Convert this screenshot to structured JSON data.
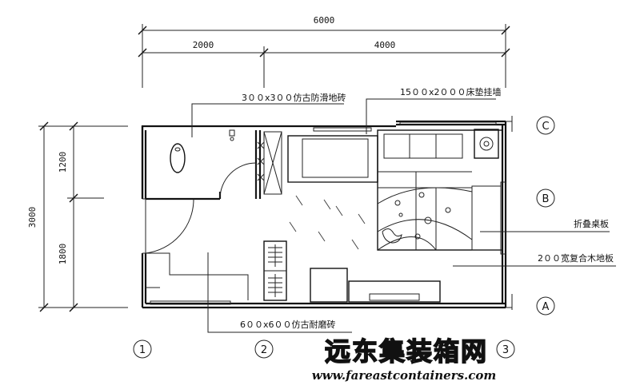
{
  "dimensions": {
    "total_width": "6000",
    "left_width": "2000",
    "right_width": "4000",
    "total_height": "3000",
    "upper_height": "1200",
    "lower_height": "1800"
  },
  "annotations": {
    "bathroom_tile": "3００x3００仿古防滑地砖",
    "mattress_wall": "15００x2０００床垫挂墙",
    "folding_desk": "折叠桌板",
    "wood_floor": "2００宽复合木地板",
    "floor_tile": "6００x6００仿古耐磨砖"
  },
  "grid_axes": {
    "row_c": "C",
    "row_b": "B",
    "row_a": "A",
    "col_1": "1",
    "col_2": "2",
    "col_3": "3"
  },
  "watermark": {
    "chinese": "远东集装箱网",
    "url": "www.fareastcontainers.com"
  }
}
